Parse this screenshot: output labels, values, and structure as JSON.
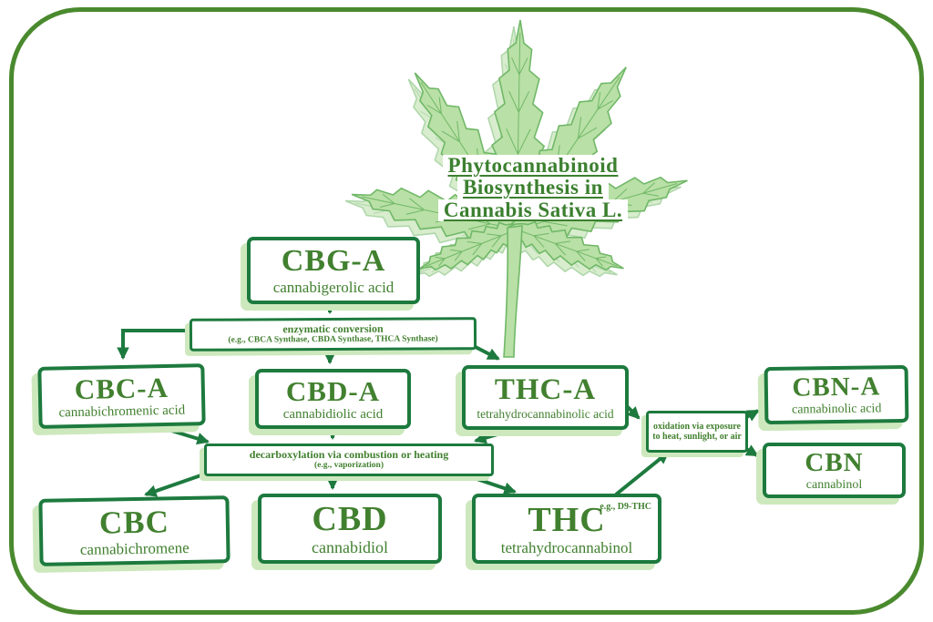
{
  "title": {
    "line1": "Phytocannabinoid",
    "line2": "Biosynthesis in",
    "line3": "Cannabis Sativa L."
  },
  "illustration": "cannabis-leaf",
  "nodes": {
    "cbga": {
      "title": "CBG-A",
      "subtitle": "cannabigerolic acid"
    },
    "cbca": {
      "title": "CBC-A",
      "subtitle": "cannabichromenic acid"
    },
    "cbda": {
      "title": "CBD-A",
      "subtitle": "cannabidiolic acid"
    },
    "thca": {
      "title": "THC-A",
      "subtitle": "tetrahydrocannabinolic acid"
    },
    "cbna": {
      "title": "CBN-A",
      "subtitle": "cannabinolic acid"
    },
    "cbn": {
      "title": "CBN",
      "subtitle": "cannabinol"
    },
    "cbc": {
      "title": "CBC",
      "subtitle": "cannabichromene"
    },
    "cbd": {
      "title": "CBD",
      "subtitle": "cannabidiol"
    },
    "thc": {
      "title": "THC",
      "subtitle": "tetrahydrocannabinol",
      "note": "e.g., D9-THC"
    }
  },
  "process": {
    "enzymatic": {
      "line1": "enzymatic conversion",
      "line2": "(e.g., CBCA Synthase, CBDA Synthase, THCA Synthase)"
    },
    "decarboxylation": {
      "line1": "decarboxylation via combustion or heating",
      "line2": "(e.g., vaporization)"
    },
    "oxidation": {
      "line1": "oxidation via exposure",
      "line2": "to heat, sunlight, or air"
    }
  },
  "colors": {
    "frame_green": "#4a8a2e",
    "box_border_green": "#1d7a3e",
    "text_green": "#41802f",
    "shadow_green": "#cde8bd",
    "leaf_fill": "#b9e0a6",
    "leaf_stroke": "#70b868"
  }
}
